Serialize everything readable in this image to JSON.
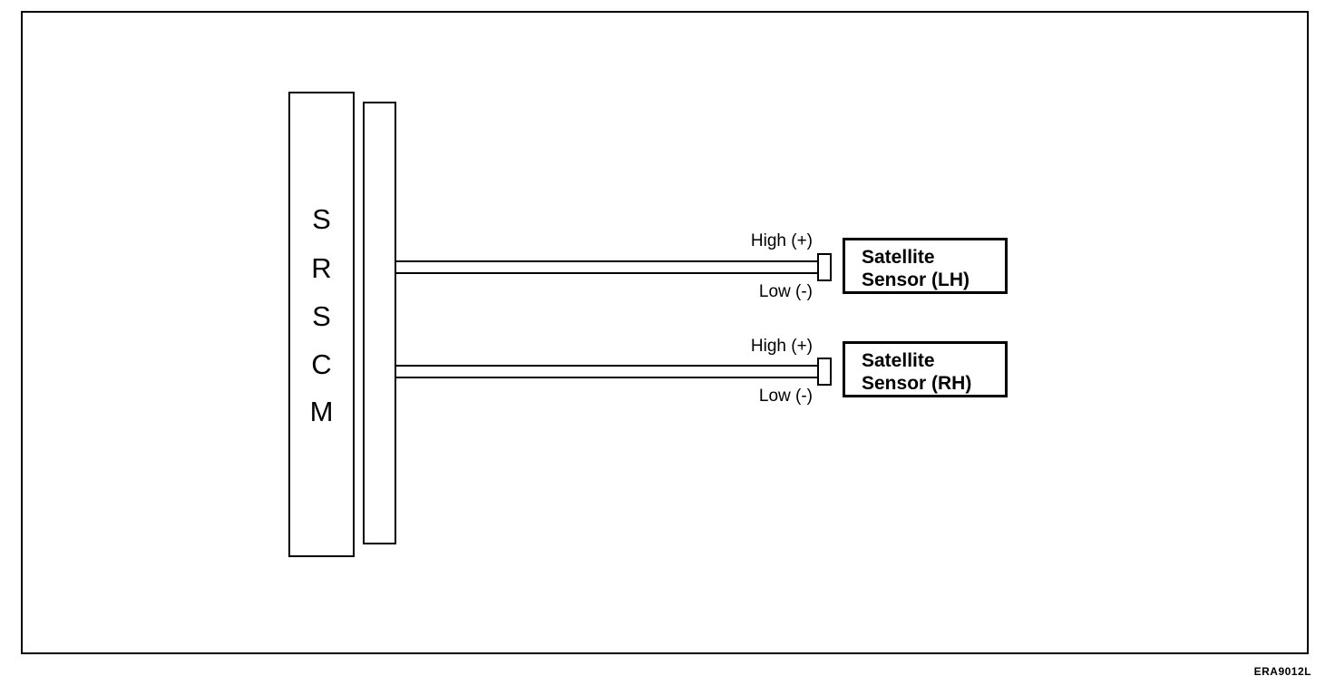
{
  "module": {
    "letters": [
      "S",
      "R",
      "S",
      "C",
      "M"
    ]
  },
  "sensors": [
    {
      "high_label": "High (+)",
      "low_label": "Low (-)",
      "name_line1": "Satellite",
      "name_line2": "Sensor (LH)"
    },
    {
      "high_label": "High (+)",
      "low_label": "Low (-)",
      "name_line1": "Satellite",
      "name_line2": "Sensor (RH)"
    }
  ],
  "figure_code": "ERA9012L"
}
